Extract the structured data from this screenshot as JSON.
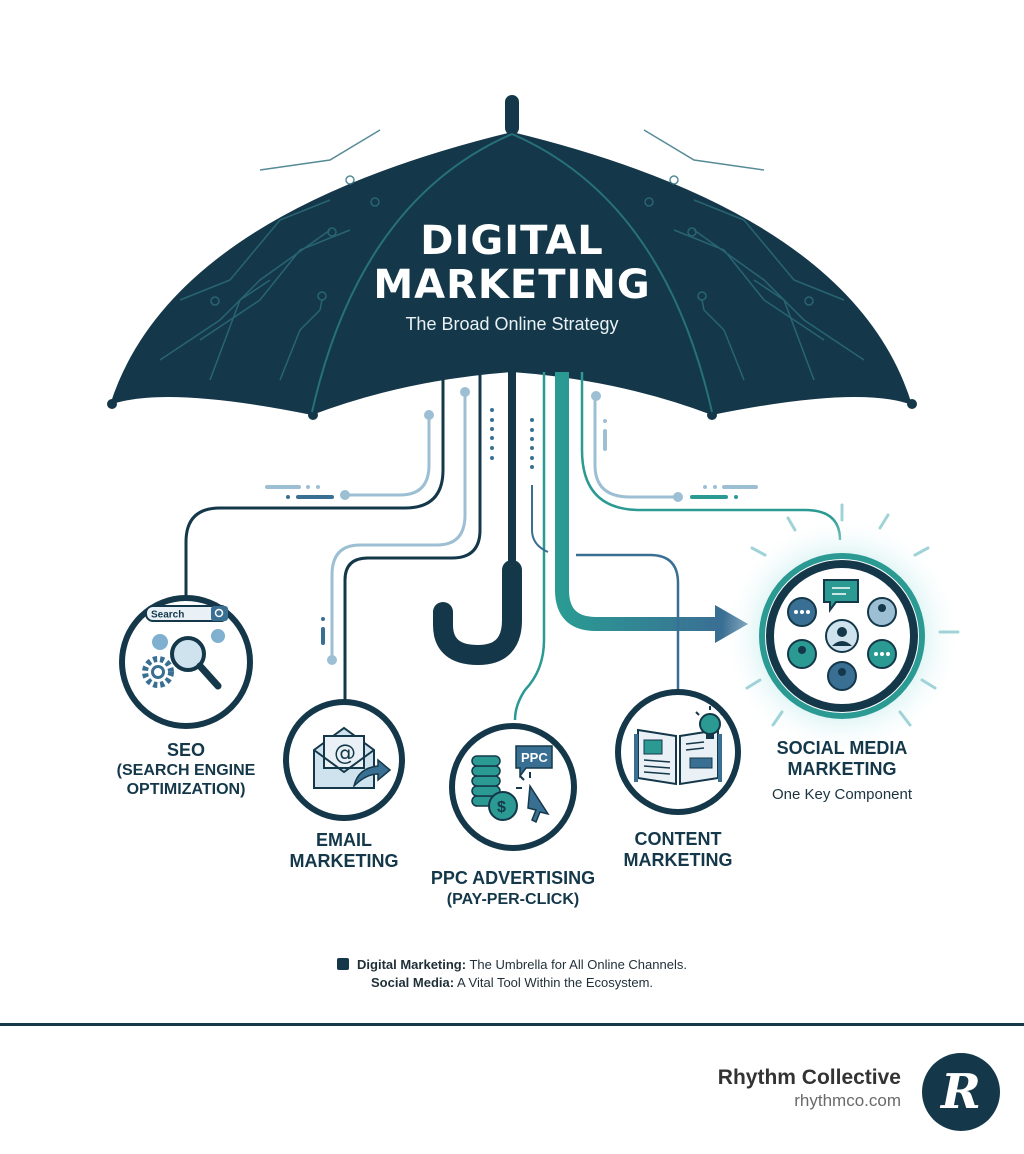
{
  "umbrella": {
    "title_line1": "DIGITAL",
    "title_line2": "MARKETING",
    "subtitle": "The Broad Online Strategy"
  },
  "nodes": [
    {
      "id": "seo",
      "label_line1": "SEO",
      "label_line2": "(SEARCH ENGINE",
      "label_line3": "OPTIMIZATION)",
      "icon": "magnifier-search-gears-icon",
      "search_text": "Search"
    },
    {
      "id": "email",
      "label_line1": "EMAIL",
      "label_line2": "MARKETING",
      "icon": "envelope-at-arrow-icon",
      "at_symbol": "@"
    },
    {
      "id": "ppc",
      "label_line1": "PPC ADVERTISING",
      "label_line2": "(PAY-PER-CLICK)",
      "icon": "coins-cursor-icon",
      "bubble_text": "PPC",
      "dollar": "$"
    },
    {
      "id": "content",
      "label_line1": "CONTENT",
      "label_line2": "MARKETING",
      "icon": "open-book-lightbulb-icon"
    },
    {
      "id": "social",
      "label_line1": "SOCIAL MEDIA",
      "label_line2": "MARKETING",
      "caption": "One Key Component",
      "icon": "social-network-people-icon",
      "highlighted": true
    }
  ],
  "legend": {
    "line1_bold": "Digital Marketing:",
    "line1_text": " The Umbrella for All Online Channels.",
    "line2_bold": "Social Media:",
    "line2_text": " A Vital Tool Within the Ecosystem."
  },
  "footer": {
    "brand_name": "Rhythm Collective",
    "brand_url": "rhythmco.com",
    "logo_letter": "R"
  },
  "colors": {
    "navy": "#14384a",
    "teal": "#2a9a93",
    "steel_blue": "#3a6f94",
    "light_blue": "#9dbfd4",
    "glow": "#bfe9ea"
  }
}
